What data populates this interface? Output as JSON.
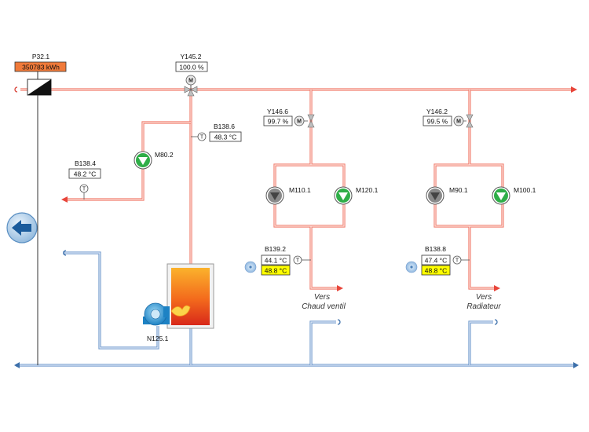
{
  "meters": {
    "p32_1": {
      "label": "P32.1",
      "value": "350783 kWh"
    }
  },
  "valves": {
    "y145_2": {
      "label": "Y145.2",
      "value": "100.0 %"
    },
    "y146_6": {
      "label": "Y146.6",
      "value": "99.7 %"
    },
    "y146_2": {
      "label": "Y146.2",
      "value": "99.5 %"
    }
  },
  "sensors": {
    "b138_6": {
      "label": "B138.6",
      "value": "48.3 °C"
    },
    "b138_4": {
      "label": "B138.4",
      "value": "48.2 °C"
    },
    "b139_2": {
      "label": "B139.2",
      "value": "44.1 °C",
      "setpoint": "48.8 °C"
    },
    "b138_8": {
      "label": "B138.8",
      "value": "47.4 °C",
      "setpoint": "48.8 °C"
    }
  },
  "pumps": {
    "m80_2": {
      "label": "M80.2"
    },
    "m110_1": {
      "label": "M110.1"
    },
    "m120_1": {
      "label": "M120.1"
    },
    "m90_1": {
      "label": "M90.1"
    },
    "m100_1": {
      "label": "M100.1"
    }
  },
  "burner": {
    "label": "N125.1"
  },
  "outputs": {
    "chaud_ventil": {
      "line1": "Vers",
      "line2": "Chaud ventil"
    },
    "radiateur": {
      "line1": "Vers",
      "line2": "Radiateur"
    }
  },
  "symbols": {
    "motor": "M",
    "temp": "T"
  },
  "colors": {
    "hot_pipe": "#f07a6a",
    "cold_pipe": "#6e98cc",
    "pump_running": "#2fae48",
    "pump_stopped": "#8a8a8a",
    "meter_bg": "#f07a3a",
    "setpoint_bg": "#ffff00"
  },
  "icons": {
    "back_button": "arrow-left-icon",
    "sensor_unit": "snowflake-sensor-icon"
  }
}
